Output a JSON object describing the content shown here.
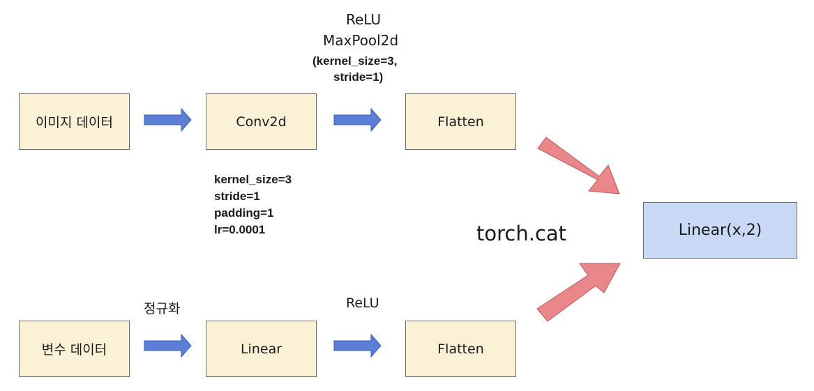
{
  "top_row": {
    "input_box": "이미지 데이터",
    "conv_box": "Conv2d",
    "flatten_box": "Flatten"
  },
  "top_annotations": {
    "activation": "ReLU",
    "pooling": "MaxPool2d",
    "pool_params_line1": "(kernel_size=3,",
    "pool_params_line2": "stride=1)"
  },
  "conv_params": [
    "kernel_size=3",
    "stride=1",
    "padding=1",
    "lr=0.0001"
  ],
  "merge_label": "torch.cat",
  "output_box": "Linear(x,2)",
  "bottom_row": {
    "input_box": "변수 데이터",
    "linear_box": "Linear",
    "flatten_box": "Flatten"
  },
  "bottom_annotations": {
    "normalization": "정규화",
    "activation": "ReLU"
  },
  "colors": {
    "box_fill": "#fbf1d6",
    "output_fill": "#c9d9f5",
    "blue_arrow": "#5b7fd6",
    "red_arrow": "#e9878a"
  }
}
